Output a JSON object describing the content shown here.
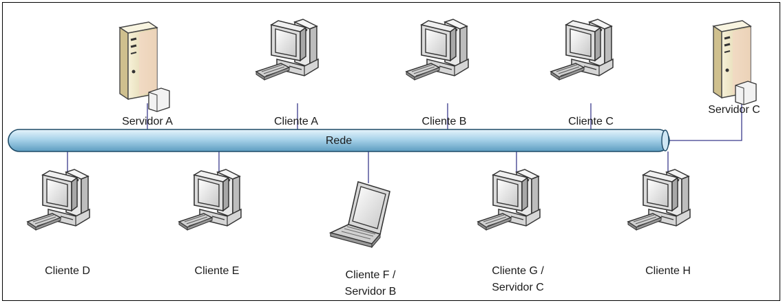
{
  "network": {
    "label": "Rede",
    "pipe_color": "#9cc8e0",
    "link_color": "#3a3a8c"
  },
  "nodes": {
    "servidor_a": {
      "label": "Servidor A",
      "icon": "server-icon"
    },
    "cliente_a": {
      "label": "Cliente A",
      "icon": "desktop-computer-icon"
    },
    "cliente_b": {
      "label": "Cliente B",
      "icon": "desktop-computer-icon"
    },
    "cliente_c": {
      "label": "Cliente C",
      "icon": "desktop-computer-icon"
    },
    "servidor_c": {
      "label": "Servidor C",
      "icon": "server-icon"
    },
    "cliente_d": {
      "label": "Cliente D",
      "icon": "desktop-computer-icon"
    },
    "cliente_e": {
      "label": "Cliente E",
      "icon": "desktop-computer-icon"
    },
    "cliente_f": {
      "label_line1": "Cliente F /",
      "label_line2": "Servidor B",
      "icon": "laptop-icon"
    },
    "cliente_g": {
      "label_line1": "Cliente G /",
      "label_line2": "Servidor C",
      "icon": "desktop-computer-icon"
    },
    "cliente_h": {
      "label": "Cliente H",
      "icon": "desktop-computer-icon"
    }
  }
}
